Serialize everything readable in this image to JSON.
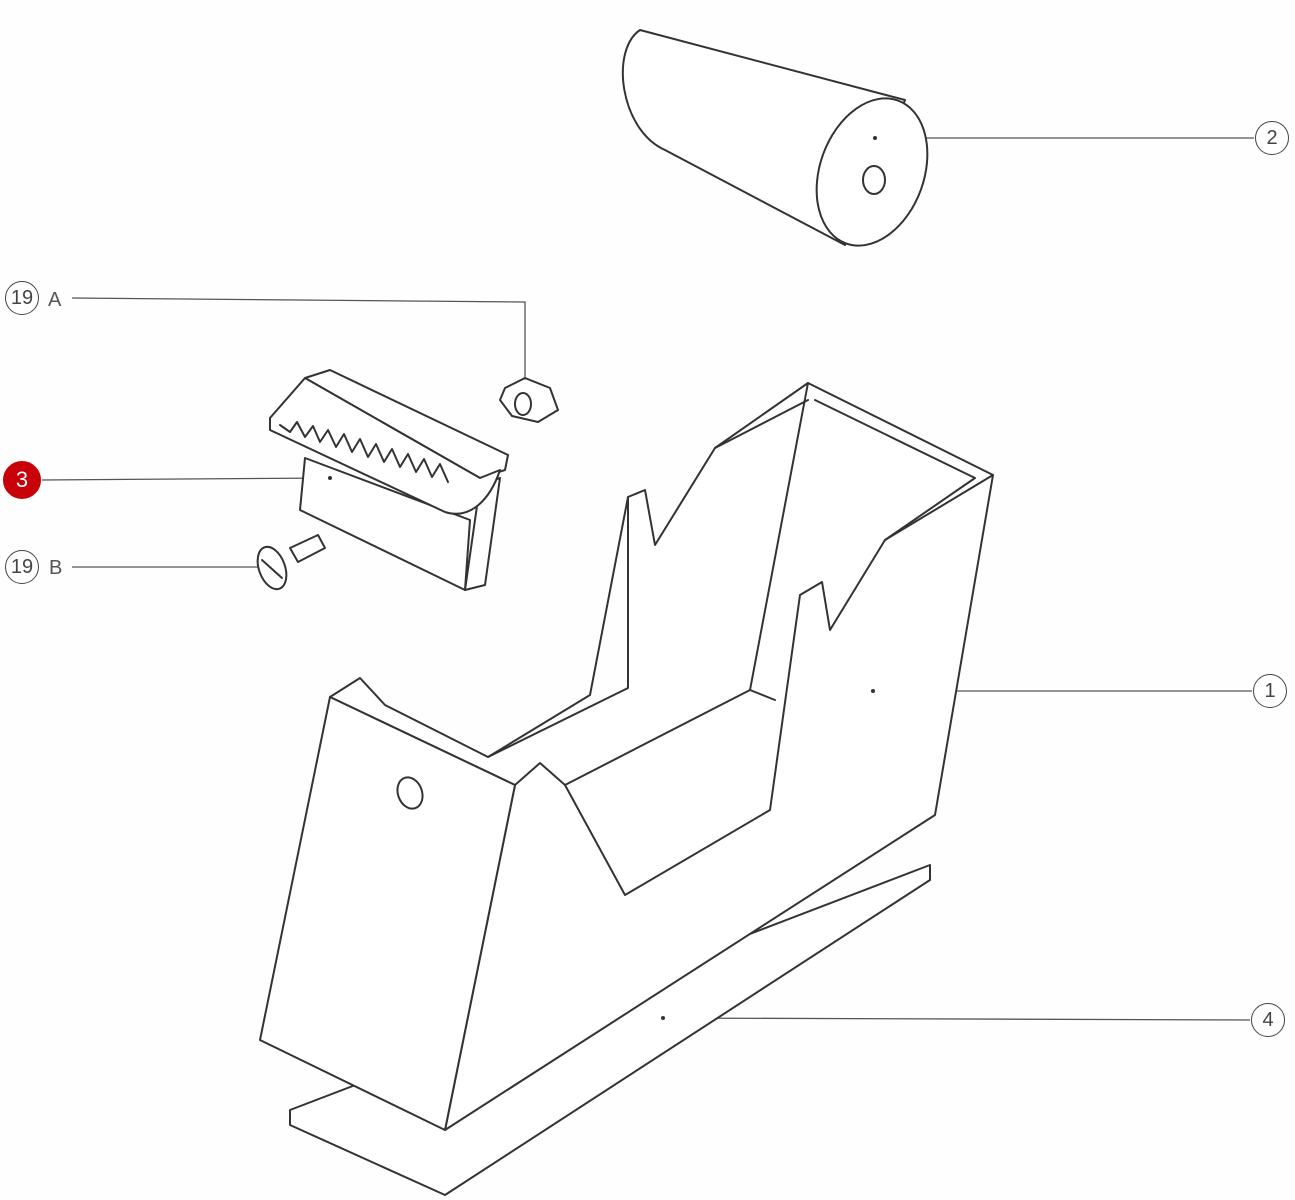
{
  "callouts": {
    "part_1": {
      "number": "1"
    },
    "part_2": {
      "number": "2"
    },
    "part_3": {
      "number": "3",
      "highlighted": true
    },
    "part_4": {
      "number": "4"
    },
    "part_19a": {
      "number": "19",
      "suffix": "A"
    },
    "part_19b": {
      "number": "19",
      "suffix": "B"
    }
  },
  "colors": {
    "highlight": "#c8000a",
    "line": "#333333"
  }
}
